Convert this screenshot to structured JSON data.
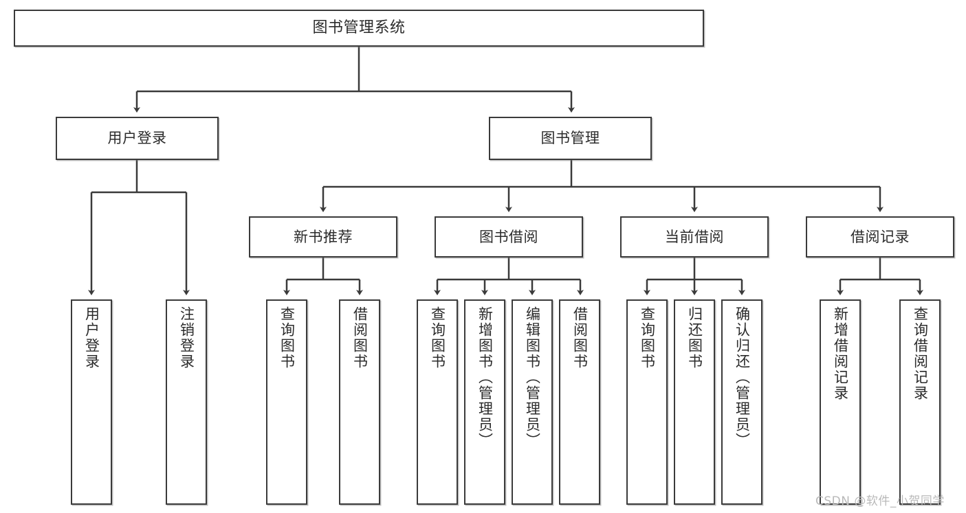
{
  "diagram": {
    "title": "图书管理系统",
    "type": "tree-hierarchy",
    "root": {
      "id": "root",
      "label": "图书管理系统"
    },
    "level2": [
      {
        "id": "user-login",
        "label": "用户登录"
      },
      {
        "id": "book-manage",
        "label": "图书管理"
      }
    ],
    "level3": [
      {
        "id": "new-book-rec",
        "label": "新书推荐",
        "parent": "book-manage"
      },
      {
        "id": "book-borrow",
        "label": "图书借阅",
        "parent": "book-manage"
      },
      {
        "id": "current-borrow",
        "label": "当前借阅",
        "parent": "book-manage"
      },
      {
        "id": "borrow-record",
        "label": "借阅记录",
        "parent": "book-manage"
      }
    ],
    "leaves": [
      {
        "id": "leaf-user-login",
        "label": "用户登录",
        "parent": "user-login"
      },
      {
        "id": "leaf-user-logout",
        "label": "注销登录",
        "parent": "user-login"
      },
      {
        "id": "leaf-query-book-1",
        "label": "查询图书",
        "parent": "new-book-rec"
      },
      {
        "id": "leaf-borrow-book-1",
        "label": "借阅图书",
        "parent": "new-book-rec"
      },
      {
        "id": "leaf-query-book-2",
        "label": "查询图书",
        "parent": "book-borrow"
      },
      {
        "id": "leaf-add-book",
        "label": "新增图书（管理员）",
        "parent": "book-borrow"
      },
      {
        "id": "leaf-edit-book",
        "label": "编辑图书（管理员）",
        "parent": "book-borrow"
      },
      {
        "id": "leaf-borrow-book-2",
        "label": "借阅图书",
        "parent": "book-borrow"
      },
      {
        "id": "leaf-query-book-3",
        "label": "查询图书",
        "parent": "current-borrow"
      },
      {
        "id": "leaf-return-book",
        "label": "归还图书",
        "parent": "current-borrow"
      },
      {
        "id": "leaf-confirm-return",
        "label": "确认归还（管理员）",
        "parent": "current-borrow"
      },
      {
        "id": "leaf-add-record",
        "label": "新增借阅记录",
        "parent": "borrow-record"
      },
      {
        "id": "leaf-query-record",
        "label": "查询借阅记录",
        "parent": "borrow-record"
      }
    ]
  },
  "watermark": {
    "text": "CSDN @软件_小贺同学"
  },
  "colors": {
    "border": "#3a3a3a",
    "background": "#ffffff",
    "text": "#2b2b2b",
    "watermark": "#b9b9b9"
  }
}
